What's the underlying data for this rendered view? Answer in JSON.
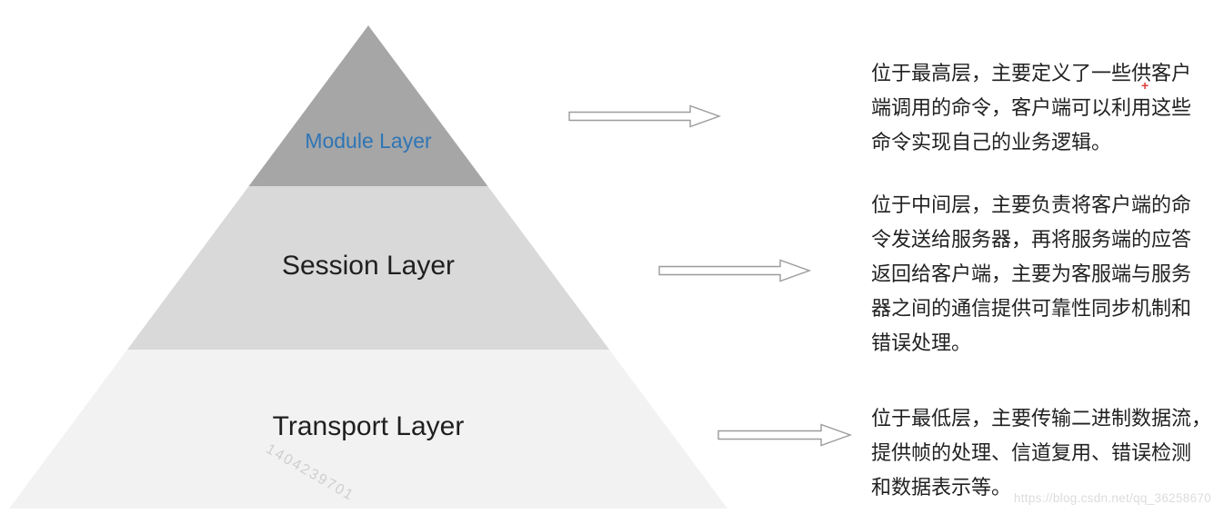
{
  "pyramid": {
    "layers": [
      {
        "id": "module",
        "label": "Module Layer",
        "color": "#a6a6a6",
        "label_color": "#2e75b6"
      },
      {
        "id": "session",
        "label": "Session Layer",
        "color": "#d9d9d9",
        "label_color": "#1f1f1f"
      },
      {
        "id": "transport",
        "label": "Transport Layer",
        "color": "#f2f2f2",
        "label_color": "#1f1f1f"
      }
    ]
  },
  "descriptions": [
    {
      "layer": "Module Layer",
      "lines": [
        "位于最高层，主要定义了一些供客户",
        "端调用的命令，客户端可以利用这些",
        "命令实现自己的业务逻辑。"
      ]
    },
    {
      "layer": "Session Layer",
      "lines": [
        "位于中间层，主要负责将客户端的命",
        "令发送给服务器，再将服务端的应答",
        "返回给客户端，主要为客服端与服务",
        "器之间的通信提供可靠性同步机制和",
        "错误处理。"
      ]
    },
    {
      "layer": "Transport Layer",
      "lines": [
        "位于最低层，主要传输二进制数据流，",
        "提供帧的处理、信道复用、错误检测",
        "和数据表示等。"
      ]
    }
  ],
  "watermarks": {
    "diagonal": "1404239701",
    "url": "https://blog.csdn.net/qq_36258670"
  },
  "annotations": {
    "plus_marker": "+",
    "plus_color": "#e0413d"
  },
  "arrow_color": "#9b9b9b"
}
